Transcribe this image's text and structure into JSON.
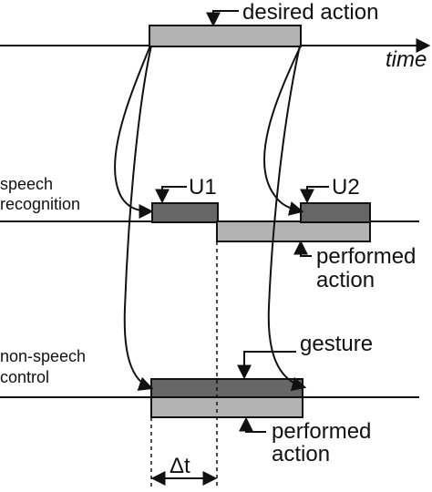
{
  "labels": {
    "desired_action": "desired action",
    "time": "time",
    "speech_recognition": [
      "speech",
      "recognition"
    ],
    "u1": "U1",
    "u2": "U2",
    "performed_action_1": [
      "performed",
      "action"
    ],
    "non_speech_control": [
      "non-speech",
      "control"
    ],
    "gesture": "gesture",
    "performed_action_2": [
      "performed",
      "action"
    ],
    "delta_t": "Δt"
  },
  "colors": {
    "dark_bar": "#666666",
    "light_bar": "#b3b3b3",
    "stroke": "#111111"
  }
}
